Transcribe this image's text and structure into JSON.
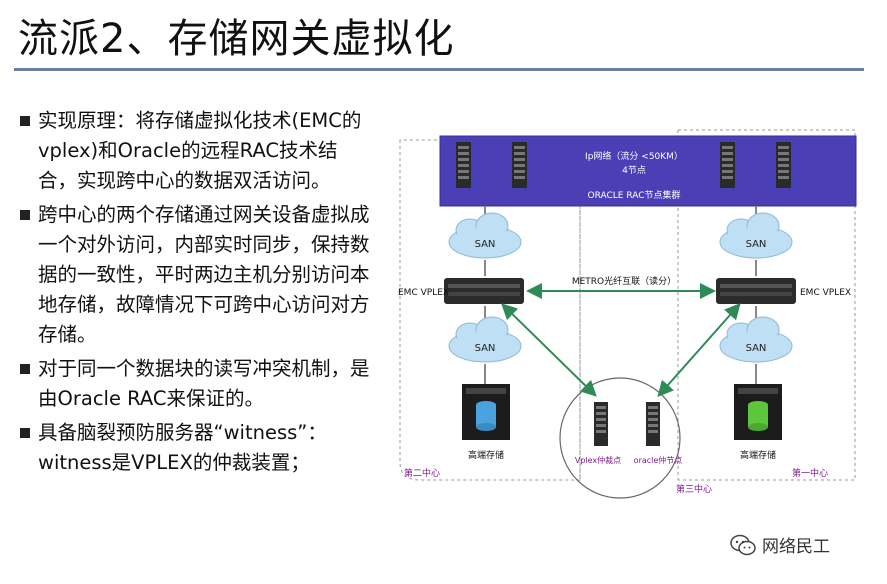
{
  "slide": {
    "title": "流派2、存储网关虚拟化",
    "bullets": [
      "实现原理：将存储虚拟化技术(EMC的vplex)和Oracle的远程RAC技术结合，实现跨中心的数据双活访问。",
      "跨中心的两个存储通过网关设备虚拟成一个对外访问，内部实时同步，保持数据的一致性，平时两边主机分别访问本地存储，故障情况下可跨中心访问对方存储。",
      " 对于同一个数据块的读写冲突机制，是由Oracle  RAC来保证的。",
      "具备脑裂预防服务器“witness”：witness是VPLEX的仲裁装置；"
    ]
  },
  "diagram": {
    "rac_line1": "Ip网络（流分 <50KM）",
    "rac_line2": "4节点",
    "rac_title": "ORACLE RAC节点集群",
    "san_label": "SAN",
    "vplex_left": "EMC VPLEX",
    "vplex_right": "EMC VPLEX",
    "metro_label": "METRO光纤互联（读分）",
    "storage_left": "高端存储",
    "storage_right": "高端存储",
    "witness_label": "Vplex仲裁点",
    "oracle_witness_label": "oracle仲节点",
    "center_left": "第二中心",
    "center_right": "第一中心",
    "center_third": "第三中心"
  },
  "watermark": {
    "text": "网络民工",
    "icon": "wechat-icon"
  },
  "colors": {
    "rac_band": "#4a3fb5",
    "arrow": "#2e8b57",
    "storage_left": "#4aa3df",
    "storage_right": "#5cc73a",
    "title_rule": "#6b7fa6"
  }
}
